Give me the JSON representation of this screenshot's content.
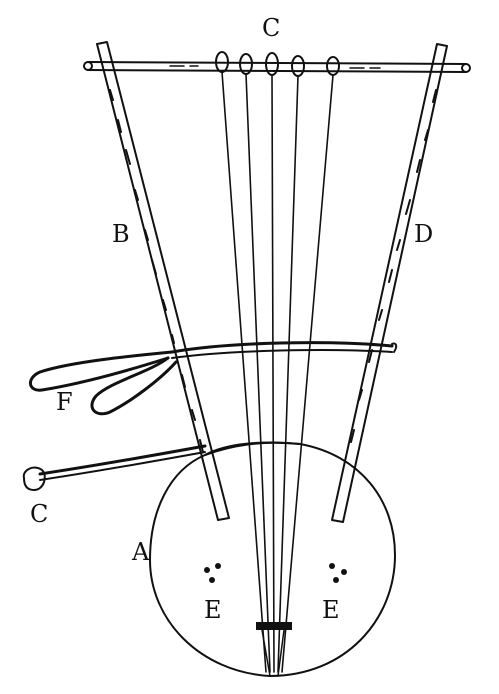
{
  "labels": {
    "top": "C",
    "left_arm": "B",
    "right_arm": "D",
    "loop": "F",
    "stick": "C",
    "bowl": "A",
    "sound_hole_left": "E",
    "sound_hole_right": "E"
  },
  "strings": {
    "count": 5
  },
  "colors": {
    "ink": "#111111",
    "paper": "#ffffff"
  }
}
